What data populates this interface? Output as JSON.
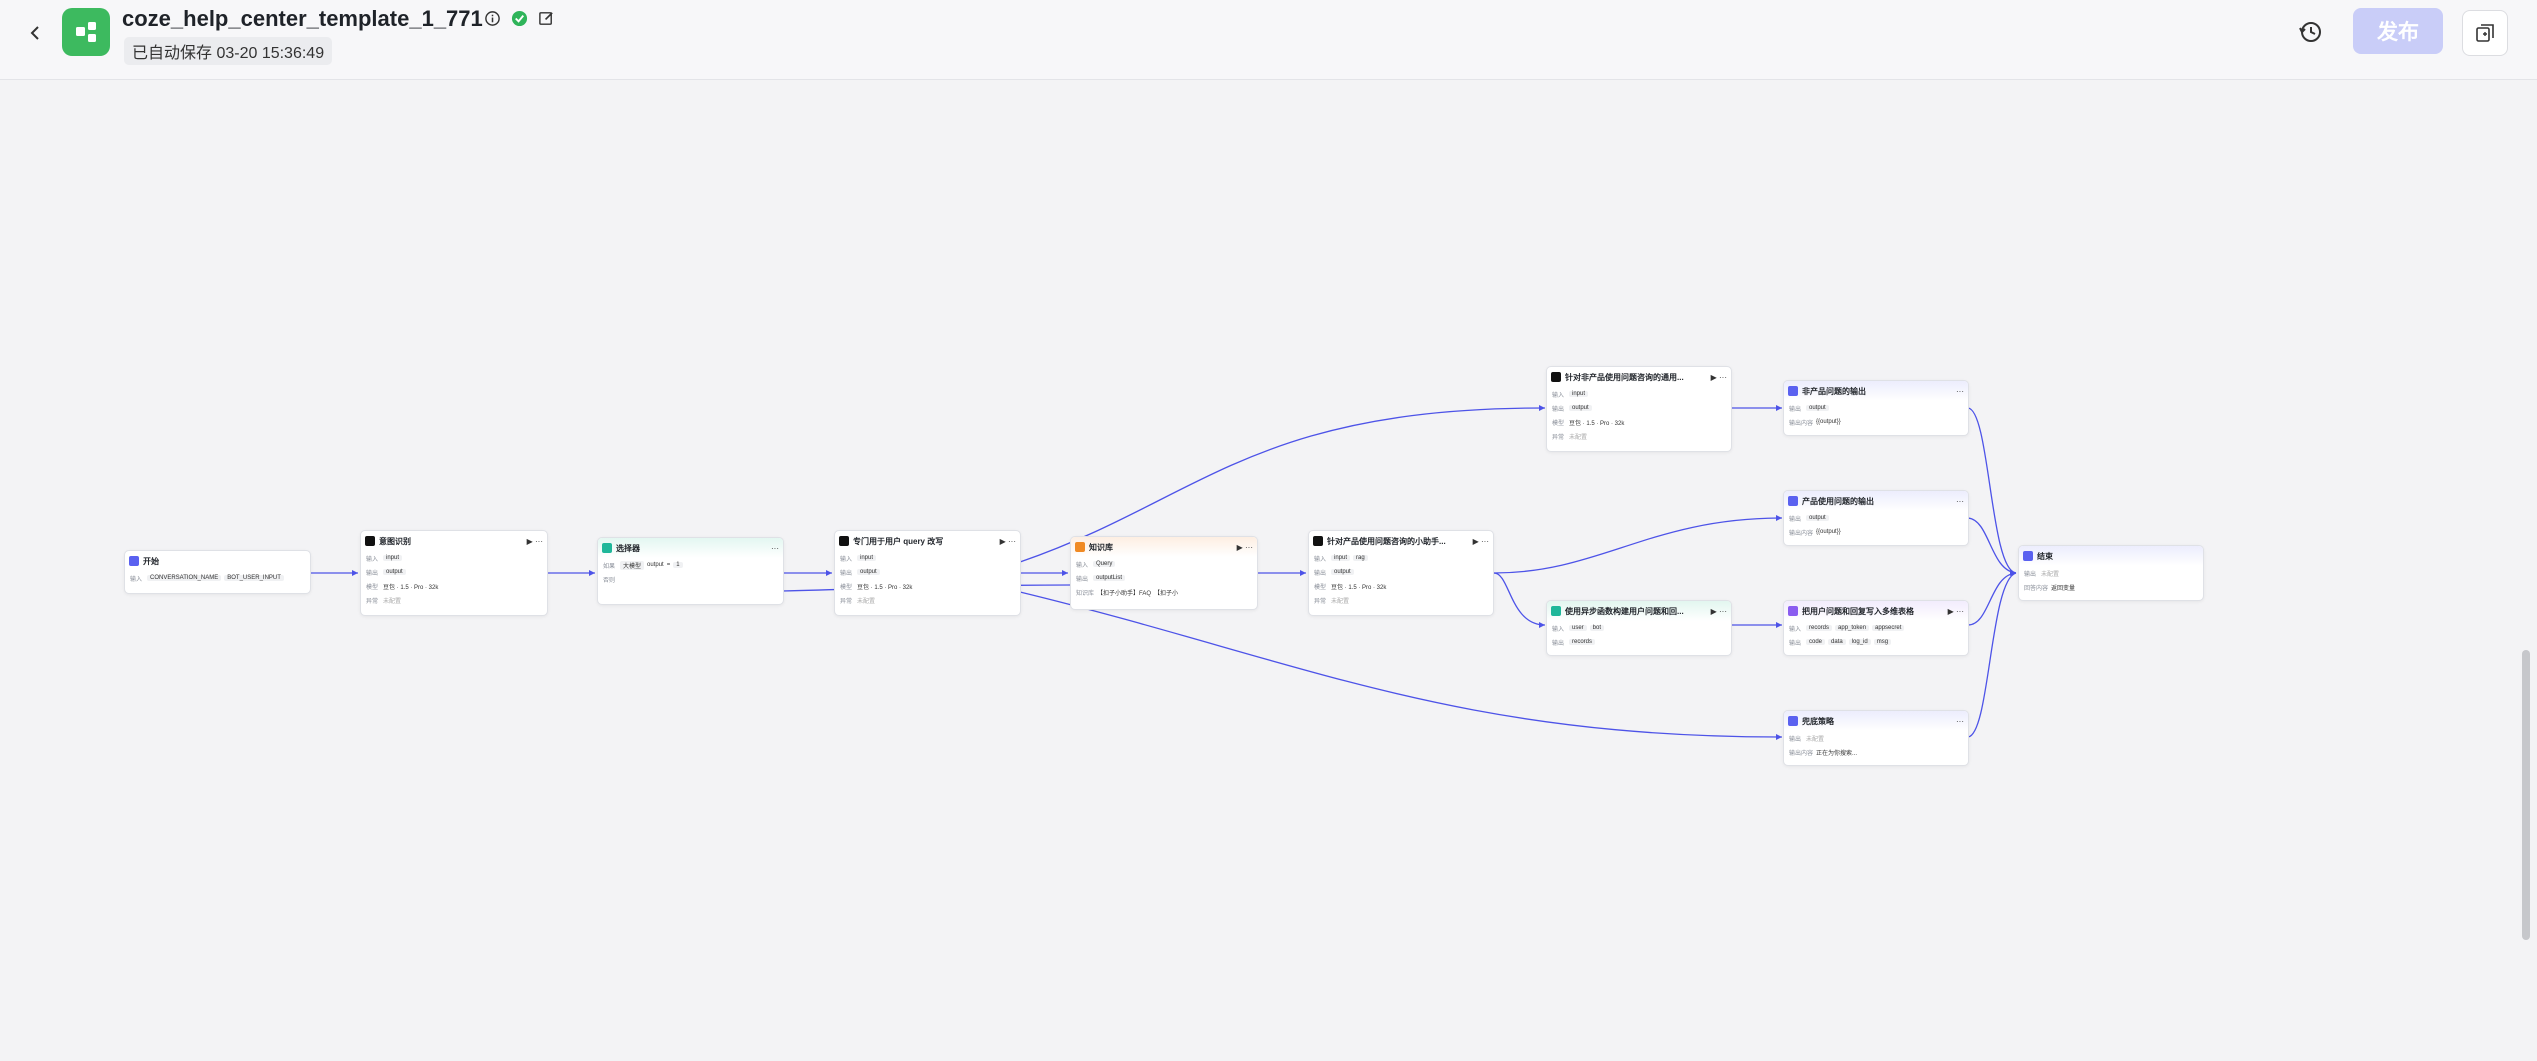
{
  "header": {
    "back_icon": "chevron-left-icon",
    "title": "coze_help_center_template_1_771",
    "autosave": "已自动保存 03-20 15:36:49",
    "publish_label": "发布",
    "colors": {
      "logo": "#3dba5f",
      "publish": "#c9cdf8",
      "edge": "#4d53e8"
    }
  },
  "nodes": {
    "start": {
      "title": "开始",
      "l1": "输入",
      "t1": "CONVERSATION_NAME",
      "t2": "BOT_USER_INPUT"
    },
    "intent": {
      "title": "意图识别",
      "l1": "输入",
      "t1": "input",
      "l2": "输出",
      "t2": "output",
      "l3": "模型",
      "t3": "豆包 · 1.5 · Pro · 32k",
      "l4": "异常",
      "t4": "未配置"
    },
    "selector": {
      "title": "选择器",
      "l1": "如果",
      "t1": "大模型",
      "t2": "output",
      "op": "=",
      "t3": "1",
      "l2": "否则"
    },
    "rewrite": {
      "title": "专门用于用户 query 改写",
      "l1": "输入",
      "t1": "input",
      "l2": "输出",
      "t2": "output",
      "l3": "模型",
      "t3": "豆包 · 1.5 · Pro · 32k",
      "l4": "异常",
      "t4": "未配置"
    },
    "kb": {
      "title": "知识库",
      "l1": "输入",
      "t1": "Query",
      "l2": "输出",
      "t2": "outputList",
      "l3": "知识库",
      "t3": "【扣子小助手】FAQ",
      "t4": "【扣子小"
    },
    "product_llm": {
      "title": "针对产品使用问题咨询的小助手...",
      "l1": "输入",
      "t1": "input",
      "t1b": "rag",
      "l2": "输出",
      "t2": "output",
      "l3": "模型",
      "t3": "豆包 · 1.5 · Pro · 32k",
      "l4": "异常",
      "t4": "未配置"
    },
    "nonproduct_llm": {
      "title": "针对非产品使用问题咨询的通用...",
      "l1": "输入",
      "t1": "input",
      "l2": "输出",
      "t2": "output",
      "l3": "模型",
      "t3": "豆包 · 1.5 · Pro · 32k",
      "l4": "异常",
      "t4": "未配置"
    },
    "code": {
      "title": "使用异步函数构建用户问题和回...",
      "l1": "输入",
      "t1": "user",
      "t1b": "bot",
      "l2": "输出",
      "t2": "records"
    },
    "out_nonproduct": {
      "title": "非产品问题的输出",
      "l1": "输出",
      "t1": "output",
      "l2": "输出内容",
      "t2": "{{output}}"
    },
    "out_product": {
      "title": "产品使用问题的输出",
      "l1": "输出",
      "t1": "output",
      "l2": "输出内容",
      "t2": "{{output}}"
    },
    "db": {
      "title": "把用户问题和回复写入多维表格",
      "l1": "输入",
      "t1": "records",
      "t1b": "app_token",
      "t1c": "appsecret",
      "l2": "输出",
      "t2": "code",
      "t2b": "data",
      "t2c": "log_id",
      "t2d": "msg"
    },
    "fallback": {
      "title": "兜底策略",
      "l1": "输出",
      "t1": "未配置",
      "l2": "输出内容",
      "t2": "正在为你搜索..."
    },
    "end": {
      "title": "结束",
      "l1": "输出",
      "t1": "未配置",
      "l2": "回答内容",
      "t2": "返回变量"
    }
  }
}
